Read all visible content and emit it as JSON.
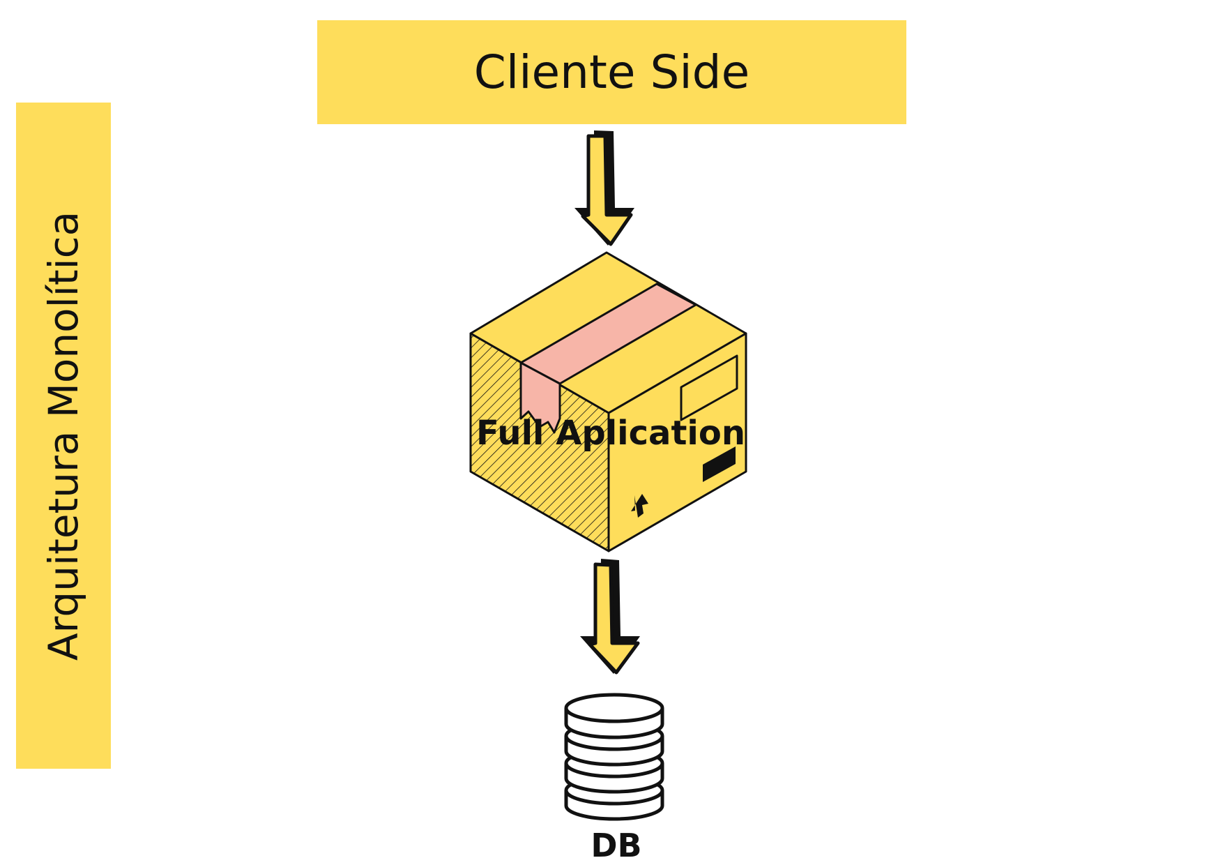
{
  "client_banner": {
    "label": "Cliente Side"
  },
  "side_banner": {
    "label": "Arquitetura Monolítica"
  },
  "application_box": {
    "label": "Full Aplication"
  },
  "database": {
    "label": "DB"
  },
  "colors": {
    "banner": "#FEDD5B",
    "box_face": "#FEDD5B",
    "tape": "#F7B5A8",
    "arrow_fill": "#FEDD5B",
    "outline": "#111111"
  },
  "icons": [
    "down-arrow-icon",
    "cardboard-box-icon",
    "up-arrow-icon",
    "database-icon"
  ]
}
